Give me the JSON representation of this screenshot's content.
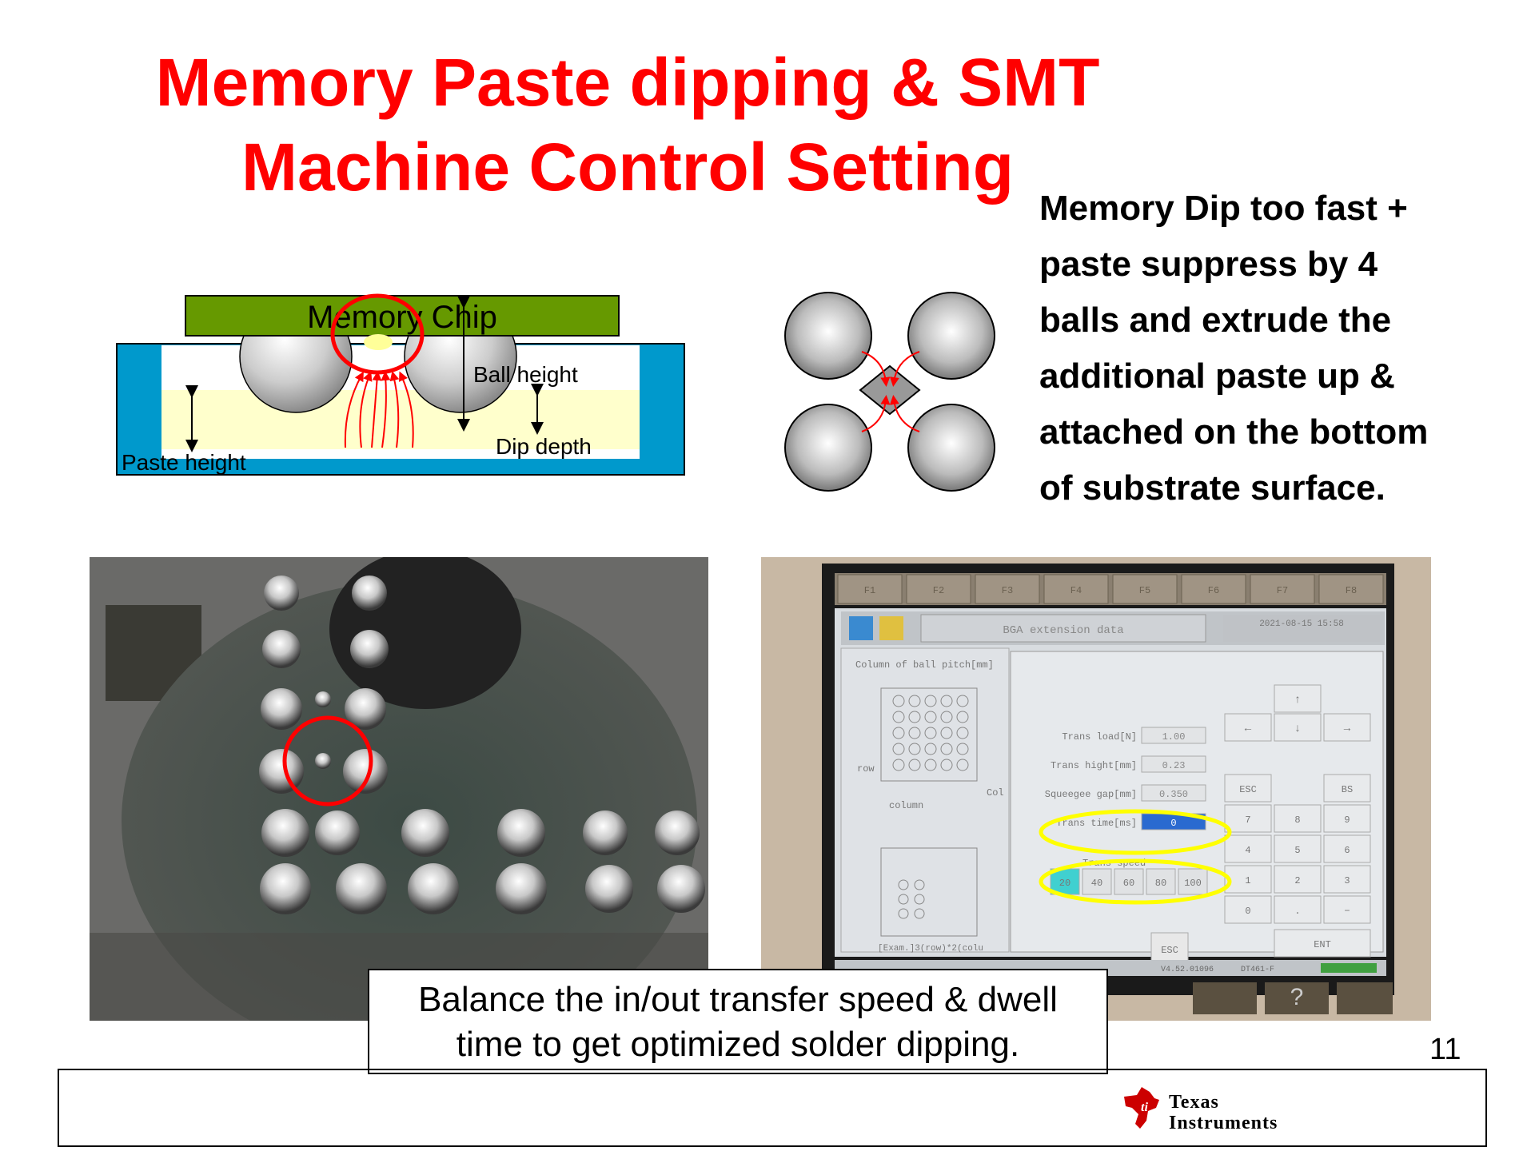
{
  "title": {
    "line1": "Memory Paste dipping & SMT",
    "line2": "Machine Control Setting"
  },
  "description": {
    "lines": [
      "Memory Dip too fast +",
      "paste suppress by 4",
      "balls and extrude the",
      "additional paste up &",
      "attached on the bottom",
      "of substrate surface."
    ]
  },
  "diagram": {
    "chip_label": "Memory Chip",
    "ball_height_label": "Ball height",
    "dip_depth_label": "Dip depth",
    "paste_height_label": "Paste height"
  },
  "screen": {
    "fkeys": [
      "F1",
      "F2",
      "F3",
      "F4",
      "F5",
      "F6",
      "F7",
      "F8"
    ],
    "header_title": "BGA extension data",
    "datetime": "2021-08-15 15:58",
    "column_label": "Column of ball pitch[mm]",
    "row_label": "row",
    "column_axis": "column",
    "col_short": "Col",
    "example_label": "[Exam.]3(row)*2(colu",
    "fields": [
      {
        "label": "Trans load[N]",
        "value": "1.00"
      },
      {
        "label": "Trans hight[mm]",
        "value": "0.23"
      },
      {
        "label": "Squeegee gap[mm]",
        "value": "0.350"
      },
      {
        "label": "Trans time[ms]",
        "value": "0"
      }
    ],
    "speed_label": "Trans speed",
    "speed_options": [
      "20",
      "40",
      "60",
      "80",
      "100"
    ],
    "esc_label": "ESC",
    "keypad": {
      "arrows": [
        "↑",
        "←",
        "↓",
        "→"
      ],
      "esc": "ESC",
      "bs": "BS",
      "digits": [
        "7",
        "8",
        "9",
        "4",
        "5",
        "6",
        "1",
        "2",
        "3",
        "0",
        ".",
        "−"
      ],
      "ent": "ENT"
    },
    "status_left": "V4.52.01096",
    "status_mid": "DT461-F"
  },
  "caption": {
    "line1": "Balance the in/out transfer speed & dwell",
    "line2": "time to get optimized solder dipping."
  },
  "page_number": "11",
  "logo": {
    "line1": "Texas",
    "line2": "Instruments",
    "brand_color": "#cc0000"
  },
  "colors": {
    "title": "#ff0000",
    "highlight_red": "#ff0000",
    "highlight_yellow": "#ffff00",
    "chip_green": "#669900",
    "tray_blue": "#0099cc",
    "paste_yellow": "#ffffcc"
  }
}
